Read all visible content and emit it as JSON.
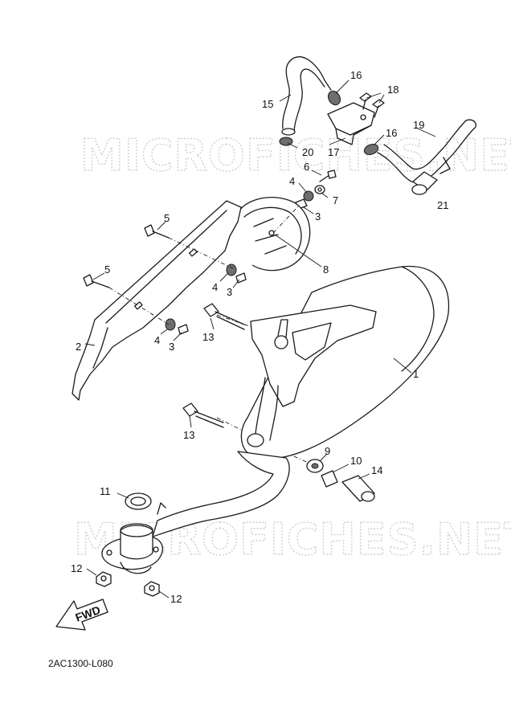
{
  "watermarks": [
    "MICROFICHES.NET",
    "MICROFICHES.NET"
  ],
  "diagram_code": "2AC1300-L080",
  "fwd_label": "FWD",
  "callouts": {
    "c1": "1",
    "c2": "2",
    "c3a": "3",
    "c3b": "3",
    "c3c": "3",
    "c4a": "4",
    "c4b": "4",
    "c4c": "4",
    "c5a": "5",
    "c5b": "5",
    "c6": "6",
    "c7": "7",
    "c8": "8",
    "c9": "9",
    "c10": "10",
    "c11": "11",
    "c12a": "12",
    "c12b": "12",
    "c13a": "13",
    "c13b": "13",
    "c14": "14",
    "c15": "15",
    "c16a": "16",
    "c16b": "16",
    "c17": "17",
    "c18": "18",
    "c19": "19",
    "c20": "20",
    "c21": "21"
  }
}
